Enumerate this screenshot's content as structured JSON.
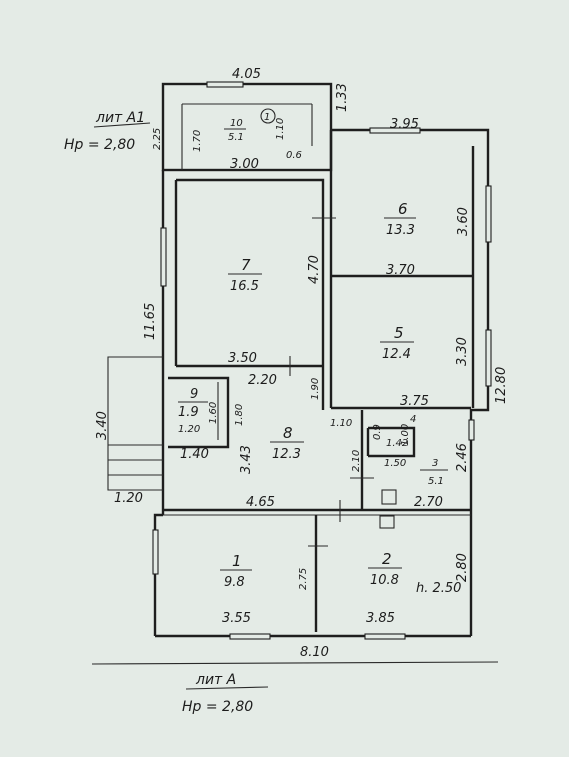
{
  "labels": {
    "lit_a1": "лит А1",
    "hp_a1": "Нр = 2,80",
    "lit_a": "лит А",
    "hp_a": "Нр = 2,80"
  },
  "rooms": [
    {
      "id": "10",
      "num": "10",
      "area": "5.1"
    },
    {
      "id": "6",
      "num": "6",
      "area": "13.3"
    },
    {
      "id": "7",
      "num": "7",
      "area": "16.5"
    },
    {
      "id": "5",
      "num": "5",
      "area": "12.4"
    },
    {
      "id": "9",
      "num": "9",
      "area": "1.9"
    },
    {
      "id": "8",
      "num": "8",
      "area": "12.3"
    },
    {
      "id": "4",
      "num": "4",
      "area": "1.42"
    },
    {
      "id": "3",
      "num": "3",
      "area": "5.1"
    },
    {
      "id": "1",
      "num": "1",
      "area": "9.8"
    },
    {
      "id": "2",
      "num": "2",
      "area": "10.8"
    }
  ],
  "dims": {
    "top_405": "4.05",
    "d_133": "1.33",
    "d_395": "3.95",
    "d_225": "2.25",
    "d_170": "1.70",
    "d_110a": "1.10",
    "d_06": "0.6",
    "d_300": "3.00",
    "d_360": "3.60",
    "d_470": "4.70",
    "d_370": "3.70",
    "d_1165": "11.65",
    "d_330": "3.30",
    "d_1280": "12.80",
    "d_350": "3.50",
    "d_220": "2.20",
    "d_190": "1.90",
    "d_375": "3.75",
    "d_340": "3.40",
    "d_160": "1.60",
    "d_180": "1.80",
    "d_110b": "1.10",
    "d_09": "0.9",
    "d_100": "1.00",
    "d_120a": "1.20",
    "d_343": "3.43",
    "d_210": "2.10",
    "d_150": "1.50",
    "d_246": "2.46",
    "d_140": "1.40",
    "d_120b": "1.20",
    "d_465": "4.65",
    "d_270": "2.70",
    "d_275": "2.75",
    "d_280": "2.80",
    "d_250": "h. 2.50",
    "d_355": "3.55",
    "d_385": "3.85",
    "d_810": "8.10"
  }
}
